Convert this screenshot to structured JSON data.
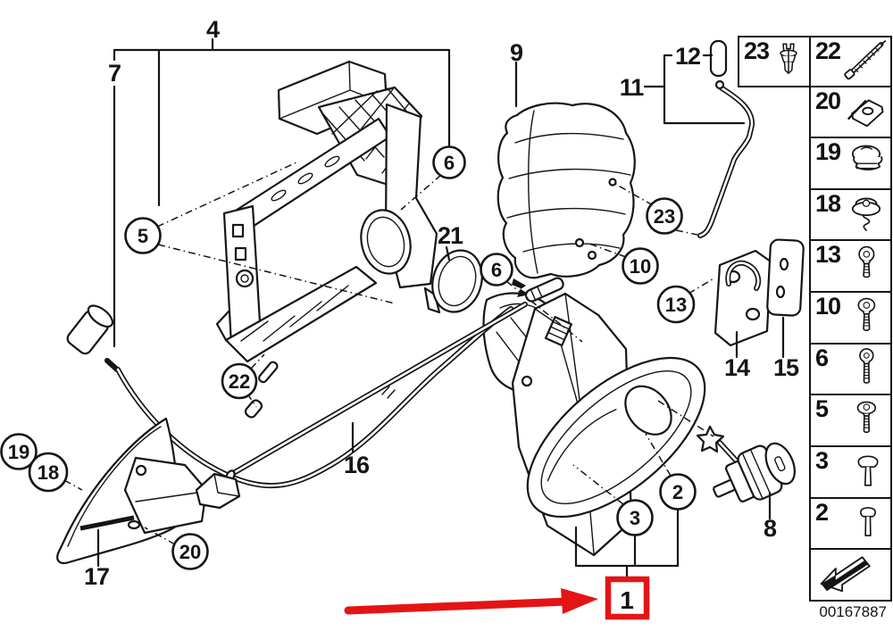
{
  "colors": {
    "line": "#151515",
    "highlight": "#e51414",
    "background": "#ffffff"
  },
  "footer": {
    "image_code": "00167887"
  },
  "highlight_box": {
    "label": "1"
  },
  "callouts": {
    "plain": {
      "p4": "4",
      "p7": "7",
      "p8": "8",
      "p9": "9",
      "p11": "11",
      "p12": "12",
      "p14": "14",
      "p15": "15",
      "p16": "16",
      "p17": "17",
      "p21": "21"
    },
    "circled": {
      "c2": "2",
      "c3": "3",
      "c5": "5",
      "c6a": "6",
      "c6b": "6",
      "c10": "10",
      "c13": "13",
      "c18": "18",
      "c19": "19",
      "c20": "20",
      "c22": "22",
      "c23": "23"
    }
  },
  "legend": {
    "cells": [
      {
        "number": "23",
        "icon": "expanding-rivet-icon"
      },
      {
        "number": "22",
        "icon": "cable-strap-icon"
      },
      {
        "number": "20",
        "icon": "clip-nut-icon"
      },
      {
        "number": "19",
        "icon": "sealing-plug-icon"
      },
      {
        "number": "18",
        "icon": "cap-nut-icon"
      },
      {
        "number": "13",
        "icon": "torx-screw-icon"
      },
      {
        "number": "10",
        "icon": "torx-screw-icon"
      },
      {
        "number": "6",
        "icon": "torx-screw-icon"
      },
      {
        "number": "5",
        "icon": "torx-screw-icon"
      },
      {
        "number": "3",
        "icon": "plastic-rivet-icon"
      },
      {
        "number": "2",
        "icon": "plastic-rivet-icon"
      }
    ],
    "direction_cell": {
      "icon": "direction-arrow-icon"
    }
  }
}
